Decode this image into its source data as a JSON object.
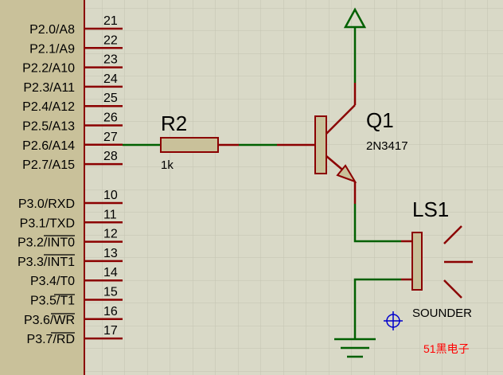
{
  "colors": {
    "background": "#d9d9c7",
    "grid": "#c4c4b2",
    "pin": "#8b0000",
    "wire": "#006000",
    "component_fill": "#c9c19a",
    "component_stroke": "#8b0000",
    "marker": "#0000cc",
    "watermark": "#ff0000"
  },
  "mcu": {
    "port2": [
      {
        "name": "P2.0/A8",
        "pin": "21"
      },
      {
        "name": "P2.1/A9",
        "pin": "22"
      },
      {
        "name": "P2.2/A10",
        "pin": "23"
      },
      {
        "name": "P2.3/A11",
        "pin": "24"
      },
      {
        "name": "P2.4/A12",
        "pin": "25"
      },
      {
        "name": "P2.5/A13",
        "pin": "26"
      },
      {
        "name": "P2.6/A14",
        "pin": "27"
      },
      {
        "name": "P2.7/A15",
        "pin": "28"
      }
    ],
    "port3": [
      {
        "name": "P3.0/RXD",
        "pin": "10"
      },
      {
        "name": "P3.1/TXD",
        "pin": "11"
      },
      {
        "name": "P3.2/INT0",
        "pin": "12"
      },
      {
        "name": "P3.3/INT1",
        "pin": "13"
      },
      {
        "name": "P3.4/T0",
        "pin": "14"
      },
      {
        "name": "P3.5/T1",
        "pin": "15"
      },
      {
        "name": "P3.6/WR",
        "pin": "16"
      },
      {
        "name": "P3.7/RD",
        "pin": "17"
      }
    ]
  },
  "resistor": {
    "ref": "R2",
    "value": "1k"
  },
  "transistor": {
    "ref": "Q1",
    "part": "2N3417"
  },
  "speaker": {
    "ref": "LS1",
    "part": "SOUNDER"
  },
  "watermark": "51黑电子"
}
